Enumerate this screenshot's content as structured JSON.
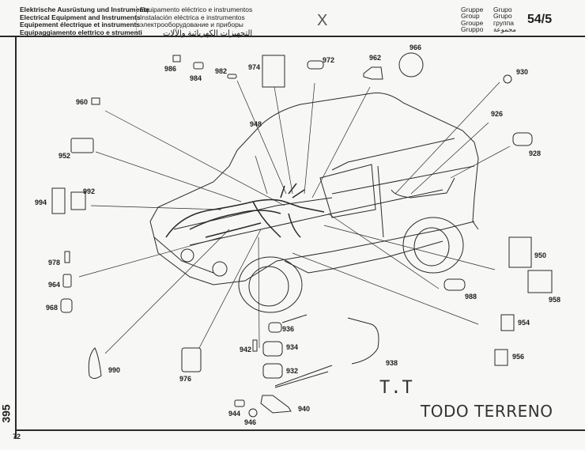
{
  "header": {
    "titles_left": [
      "Elektrische Ausrüstung und Instrumente",
      "Electrical Equipment and Instruments",
      "Equipement électrique et instruments",
      "Equipaggiamento elettrico e strumenti"
    ],
    "titles_right": [
      "Equipamento eléctrico e instrumentos",
      "Instalación eléctrica e instrumentos",
      "электрооборудование и приборы",
      "التجهيزات الكهربائية والآلات"
    ],
    "group_labels_a": [
      "Gruppe",
      "Group",
      "Groupe",
      "Gruppo"
    ],
    "group_labels_b": [
      "Grupo",
      "Grupo",
      "группа",
      "مجموعة"
    ],
    "group_number": "54/5",
    "handwritten_mark": "X"
  },
  "parts": [
    {
      "id": "986"
    },
    {
      "id": "984"
    },
    {
      "id": "982"
    },
    {
      "id": "974"
    },
    {
      "id": "972"
    },
    {
      "id": "962"
    },
    {
      "id": "966"
    },
    {
      "id": "930"
    },
    {
      "id": "926"
    },
    {
      "id": "928"
    },
    {
      "id": "960"
    },
    {
      "id": "948"
    },
    {
      "id": "952"
    },
    {
      "id": "992"
    },
    {
      "id": "994"
    },
    {
      "id": "978"
    },
    {
      "id": "964"
    },
    {
      "id": "968"
    },
    {
      "id": "990"
    },
    {
      "id": "976"
    },
    {
      "id": "950"
    },
    {
      "id": "958"
    },
    {
      "id": "988"
    },
    {
      "id": "954"
    },
    {
      "id": "956"
    },
    {
      "id": "936"
    },
    {
      "id": "942"
    },
    {
      "id": "934"
    },
    {
      "id": "932"
    },
    {
      "id": "938"
    },
    {
      "id": "940"
    },
    {
      "id": "944"
    },
    {
      "id": "946"
    }
  ],
  "stamp": {
    "line1": "T.T",
    "line2": "TODO TERRENO"
  },
  "footer": {
    "page_vertical": "395",
    "page_number": "72"
  }
}
